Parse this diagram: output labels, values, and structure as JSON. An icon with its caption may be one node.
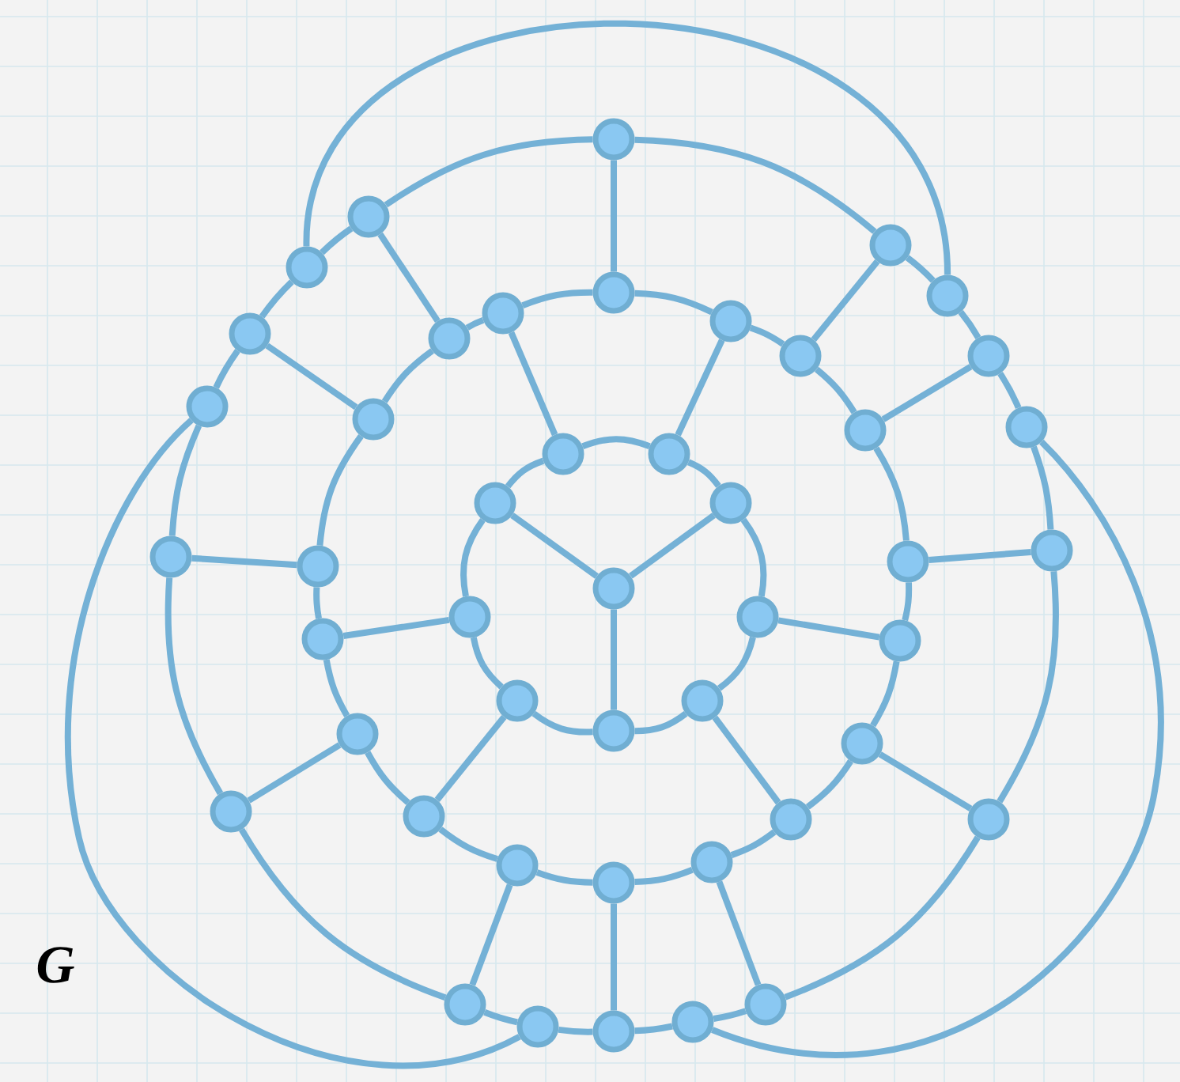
{
  "diagram": {
    "nodes": [
      {
        "text": [],
        "shape": "circle"
      },
      {
        "text": [],
        "shape": "circle"
      },
      {
        "text": [],
        "shape": "circle"
      },
      {
        "text": [],
        "shape": "circle"
      },
      {
        "text": [],
        "shape": "circle"
      },
      {
        "text": [],
        "shape": "circle"
      },
      {
        "text": [],
        "shape": "circle"
      },
      {
        "text": [],
        "shape": "circle"
      },
      {
        "text": [],
        "shape": "circle"
      },
      {
        "text": [],
        "shape": "circle"
      },
      {
        "text": [],
        "shape": "circle"
      },
      {
        "text": [],
        "shape": "circle"
      },
      {
        "text": [],
        "shape": "circle"
      },
      {
        "text": [],
        "shape": "circle"
      },
      {
        "text": [],
        "shape": "circle"
      },
      {
        "text": [],
        "shape": "circle"
      },
      {
        "text": [],
        "shape": "circle"
      },
      {
        "text": [],
        "shape": "circle"
      },
      {
        "text": [],
        "shape": "circle"
      },
      {
        "text": [],
        "shape": "circle"
      },
      {
        "text": [],
        "shape": "circle"
      },
      {
        "text": [],
        "shape": "circle"
      },
      {
        "text": [],
        "shape": "circle"
      },
      {
        "text": [],
        "shape": "circle"
      },
      {
        "text": [],
        "shape": "circle"
      },
      {
        "text": [],
        "shape": "circle"
      },
      {
        "text": [],
        "shape": "circle"
      },
      {
        "text": [],
        "shape": "circle"
      },
      {
        "text": [],
        "shape": "circle"
      },
      {
        "text": [],
        "shape": "circle"
      },
      {
        "text": [],
        "shape": "circle"
      },
      {
        "text": [],
        "shape": "circle"
      },
      {
        "text": [],
        "shape": "circle"
      },
      {
        "text": [],
        "shape": "circle"
      },
      {
        "text": [],
        "shape": "circle"
      },
      {
        "text": [],
        "shape": "circle"
      },
      {
        "text": [],
        "shape": "circle"
      },
      {
        "text": [],
        "shape": "circle"
      },
      {
        "text": [],
        "shape": "circle"
      },
      {
        "text": [],
        "shape": "circle"
      },
      {
        "text": [],
        "shape": "circle"
      },
      {
        "text": [],
        "shape": "circle"
      },
      {
        "text": [],
        "shape": "circle"
      },
      {
        "text": [],
        "shape": "circle"
      },
      {
        "text": [],
        "shape": "circle"
      },
      {
        "text": [],
        "shape": "circle"
      }
    ],
    "edges": [
      {
        "from": 0,
        "to": 9,
        "arrow": "none"
      },
      {
        "from": 0,
        "to": 3,
        "arrow": "none"
      },
      {
        "from": 0,
        "to": 6,
        "arrow": "none"
      },
      {
        "from": 1,
        "to": 2,
        "arrow": "none"
      },
      {
        "from": 2,
        "to": 3,
        "arrow": "none"
      },
      {
        "from": 3,
        "to": 4,
        "arrow": "none"
      },
      {
        "from": 4,
        "to": 5,
        "arrow": "none"
      },
      {
        "from": 5,
        "to": 6,
        "arrow": "none"
      },
      {
        "from": 6,
        "to": 7,
        "arrow": "none"
      },
      {
        "from": 7,
        "to": 8,
        "arrow": "none"
      },
      {
        "from": 8,
        "to": 9,
        "arrow": "none"
      },
      {
        "from": 9,
        "to": 1,
        "arrow": "none"
      },
      {
        "from": 1,
        "to": 27,
        "arrow": "none"
      },
      {
        "from": 2,
        "to": 11,
        "arrow": "none"
      },
      {
        "from": 4,
        "to": 15,
        "arrow": "none"
      },
      {
        "from": 5,
        "to": 17,
        "arrow": "none"
      },
      {
        "from": 7,
        "to": 21,
        "arrow": "none"
      },
      {
        "from": 8,
        "to": 23,
        "arrow": "none"
      },
      {
        "from": 10,
        "to": 11,
        "arrow": "none"
      },
      {
        "from": 11,
        "to": 12,
        "arrow": "none"
      },
      {
        "from": 12,
        "to": 13,
        "arrow": "none"
      },
      {
        "from": 13,
        "to": 14,
        "arrow": "none"
      },
      {
        "from": 14,
        "to": 15,
        "arrow": "none"
      },
      {
        "from": 15,
        "to": 16,
        "arrow": "none"
      },
      {
        "from": 16,
        "to": 17,
        "arrow": "none"
      },
      {
        "from": 17,
        "to": 18,
        "arrow": "none"
      },
      {
        "from": 18,
        "to": 19,
        "arrow": "none"
      },
      {
        "from": 19,
        "to": 20,
        "arrow": "none"
      },
      {
        "from": 20,
        "to": 21,
        "arrow": "none"
      },
      {
        "from": 21,
        "to": 22,
        "arrow": "none"
      },
      {
        "from": 22,
        "to": 23,
        "arrow": "none"
      },
      {
        "from": 23,
        "to": 24,
        "arrow": "none"
      },
      {
        "from": 24,
        "to": 25,
        "arrow": "none"
      },
      {
        "from": 25,
        "to": 26,
        "arrow": "none"
      },
      {
        "from": 26,
        "to": 27,
        "arrow": "none"
      },
      {
        "from": 27,
        "to": 10,
        "arrow": "none"
      },
      {
        "from": 10,
        "to": 28,
        "arrow": "none"
      },
      {
        "from": 12,
        "to": 29,
        "arrow": "none"
      },
      {
        "from": 13,
        "to": 31,
        "arrow": "none"
      },
      {
        "from": 14,
        "to": 33,
        "arrow": "none"
      },
      {
        "from": 16,
        "to": 34,
        "arrow": "none"
      },
      {
        "from": 18,
        "to": 35,
        "arrow": "none"
      },
      {
        "from": 19,
        "to": 37,
        "arrow": "none"
      },
      {
        "from": 20,
        "to": 39,
        "arrow": "none"
      },
      {
        "from": 22,
        "to": 40,
        "arrow": "none"
      },
      {
        "from": 24,
        "to": 41,
        "arrow": "none"
      },
      {
        "from": 25,
        "to": 43,
        "arrow": "none"
      },
      {
        "from": 26,
        "to": 45,
        "arrow": "none"
      },
      {
        "from": 28,
        "to": 29,
        "arrow": "none"
      },
      {
        "from": 29,
        "to": 30,
        "arrow": "none"
      },
      {
        "from": 30,
        "to": 31,
        "arrow": "none"
      },
      {
        "from": 31,
        "to": 32,
        "arrow": "none"
      },
      {
        "from": 32,
        "to": 33,
        "arrow": "none"
      },
      {
        "from": 33,
        "to": 34,
        "arrow": "none"
      },
      {
        "from": 34,
        "to": 35,
        "arrow": "none"
      },
      {
        "from": 35,
        "to": 36,
        "arrow": "none"
      },
      {
        "from": 36,
        "to": 37,
        "arrow": "none"
      },
      {
        "from": 37,
        "to": 38,
        "arrow": "none"
      },
      {
        "from": 38,
        "to": 39,
        "arrow": "none"
      },
      {
        "from": 39,
        "to": 40,
        "arrow": "none"
      },
      {
        "from": 40,
        "to": 41,
        "arrow": "none"
      },
      {
        "from": 41,
        "to": 42,
        "arrow": "none"
      },
      {
        "from": 42,
        "to": 43,
        "arrow": "none"
      },
      {
        "from": 43,
        "to": 44,
        "arrow": "none"
      },
      {
        "from": 44,
        "to": 45,
        "arrow": "none"
      },
      {
        "from": 45,
        "to": 28,
        "arrow": "none"
      },
      {
        "from": 44,
        "to": 30,
        "arrow": "none"
      },
      {
        "from": 42,
        "to": 38,
        "arrow": "none"
      },
      {
        "from": 32,
        "to": 36,
        "arrow": "none"
      }
    ],
    "labels": [
      "G"
    ]
  }
}
